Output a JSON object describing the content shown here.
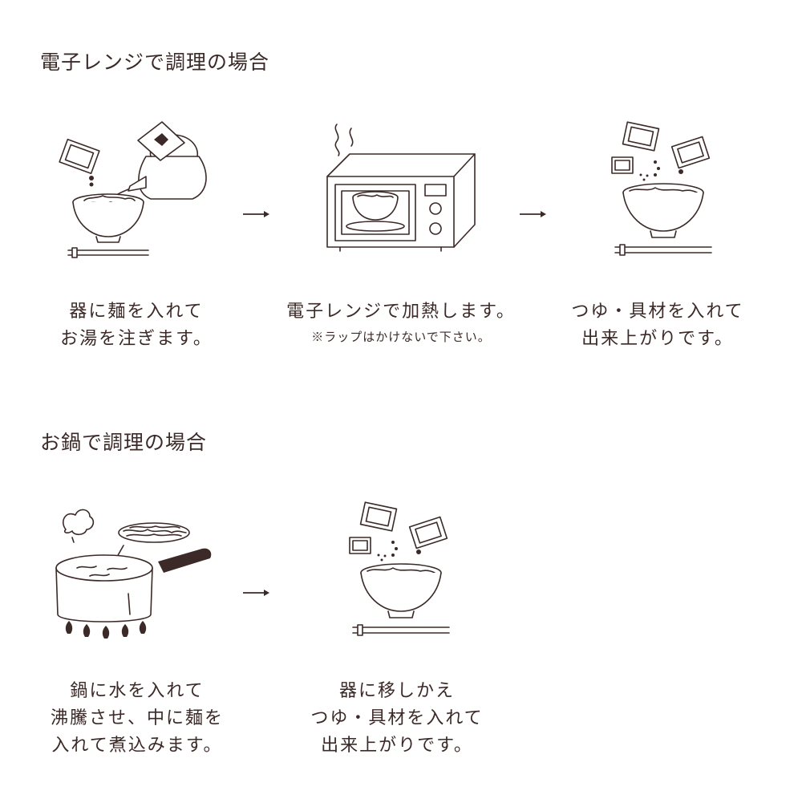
{
  "microwave": {
    "title": "電子レンジで調理の場合",
    "steps": [
      {
        "lines": [
          "器に麺を入れて",
          "お湯を注ぎます。"
        ]
      },
      {
        "lines": [
          "電子レンジで加熱します。"
        ],
        "note": "※ラップはかけないで下さい。"
      },
      {
        "lines": [
          "つゆ・具材を入れて",
          "出来上がりです。"
        ]
      }
    ]
  },
  "pot": {
    "title": "お鍋で調理の場合",
    "steps": [
      {
        "lines": [
          "鍋に水を入れて",
          "沸騰させ、中に麺を",
          "入れて煮込みます。"
        ]
      },
      {
        "lines": [
          "器に移しかえ",
          "つゆ・具材を入れて",
          "出来上がりです。"
        ]
      }
    ]
  },
  "icons": {
    "step1": "bowl-kettle-icon",
    "step2": "microwave-icon",
    "step3": "bowl-toppings-icon",
    "pot1": "pot-stove-icon",
    "pot2": "bowl-toppings-icon",
    "arrow": "arrow-right-icon"
  },
  "colors": {
    "ink": "#3b2a27",
    "background": "#ffffff"
  }
}
